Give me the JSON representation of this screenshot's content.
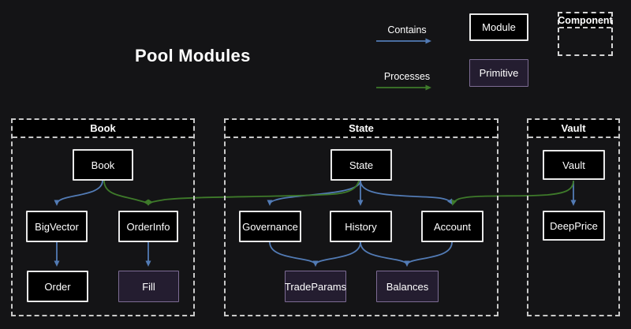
{
  "title": "Pool Modules",
  "legend": {
    "contains": "Contains",
    "processes": "Processes",
    "module": "Module",
    "primitive": "Primitive",
    "component": "Component"
  },
  "colors": {
    "background": "#141416",
    "contains_arrow": "#527bb5",
    "processes_arrow": "#3e7a2a",
    "module_fill": "#000000",
    "module_border": "#e9e9e9",
    "primitive_fill": "#241d30",
    "primitive_border": "#7d6c94",
    "container_border": "#c9c9c9"
  },
  "containers": [
    {
      "label": "Book",
      "nodes": [
        {
          "label": "Book",
          "type": "module"
        },
        {
          "label": "BigVector",
          "type": "module"
        },
        {
          "label": "OrderInfo",
          "type": "module"
        },
        {
          "label": "Order",
          "type": "module"
        },
        {
          "label": "Fill",
          "type": "primitive"
        }
      ]
    },
    {
      "label": "State",
      "nodes": [
        {
          "label": "State",
          "type": "module"
        },
        {
          "label": "Governance",
          "type": "module"
        },
        {
          "label": "History",
          "type": "module"
        },
        {
          "label": "Account",
          "type": "module"
        },
        {
          "label": "TradeParams",
          "type": "primitive"
        },
        {
          "label": "Balances",
          "type": "primitive"
        }
      ]
    },
    {
      "label": "Vault",
      "nodes": [
        {
          "label": "Vault",
          "type": "module"
        },
        {
          "label": "DeepPrice",
          "type": "module"
        }
      ]
    }
  ],
  "edges": {
    "contains": [
      {
        "from": "Book",
        "to": "BigVector"
      },
      {
        "from": "BigVector",
        "to": "Order"
      },
      {
        "from": "OrderInfo",
        "to": "Fill"
      },
      {
        "from": "State",
        "to": "Governance"
      },
      {
        "from": "State",
        "to": "History"
      },
      {
        "from": "State",
        "to": "Account"
      },
      {
        "from": "Governance",
        "to": "TradeParams"
      },
      {
        "from": "History",
        "to": "TradeParams"
      },
      {
        "from": "History",
        "to": "Balances"
      },
      {
        "from": "Account",
        "to": "Balances"
      },
      {
        "from": "Vault",
        "to": "DeepPrice"
      }
    ],
    "processes": [
      {
        "from": "Book",
        "to": "OrderInfo"
      },
      {
        "from": "State",
        "to": "OrderInfo"
      },
      {
        "from": "Vault",
        "to": "Account"
      }
    ]
  }
}
